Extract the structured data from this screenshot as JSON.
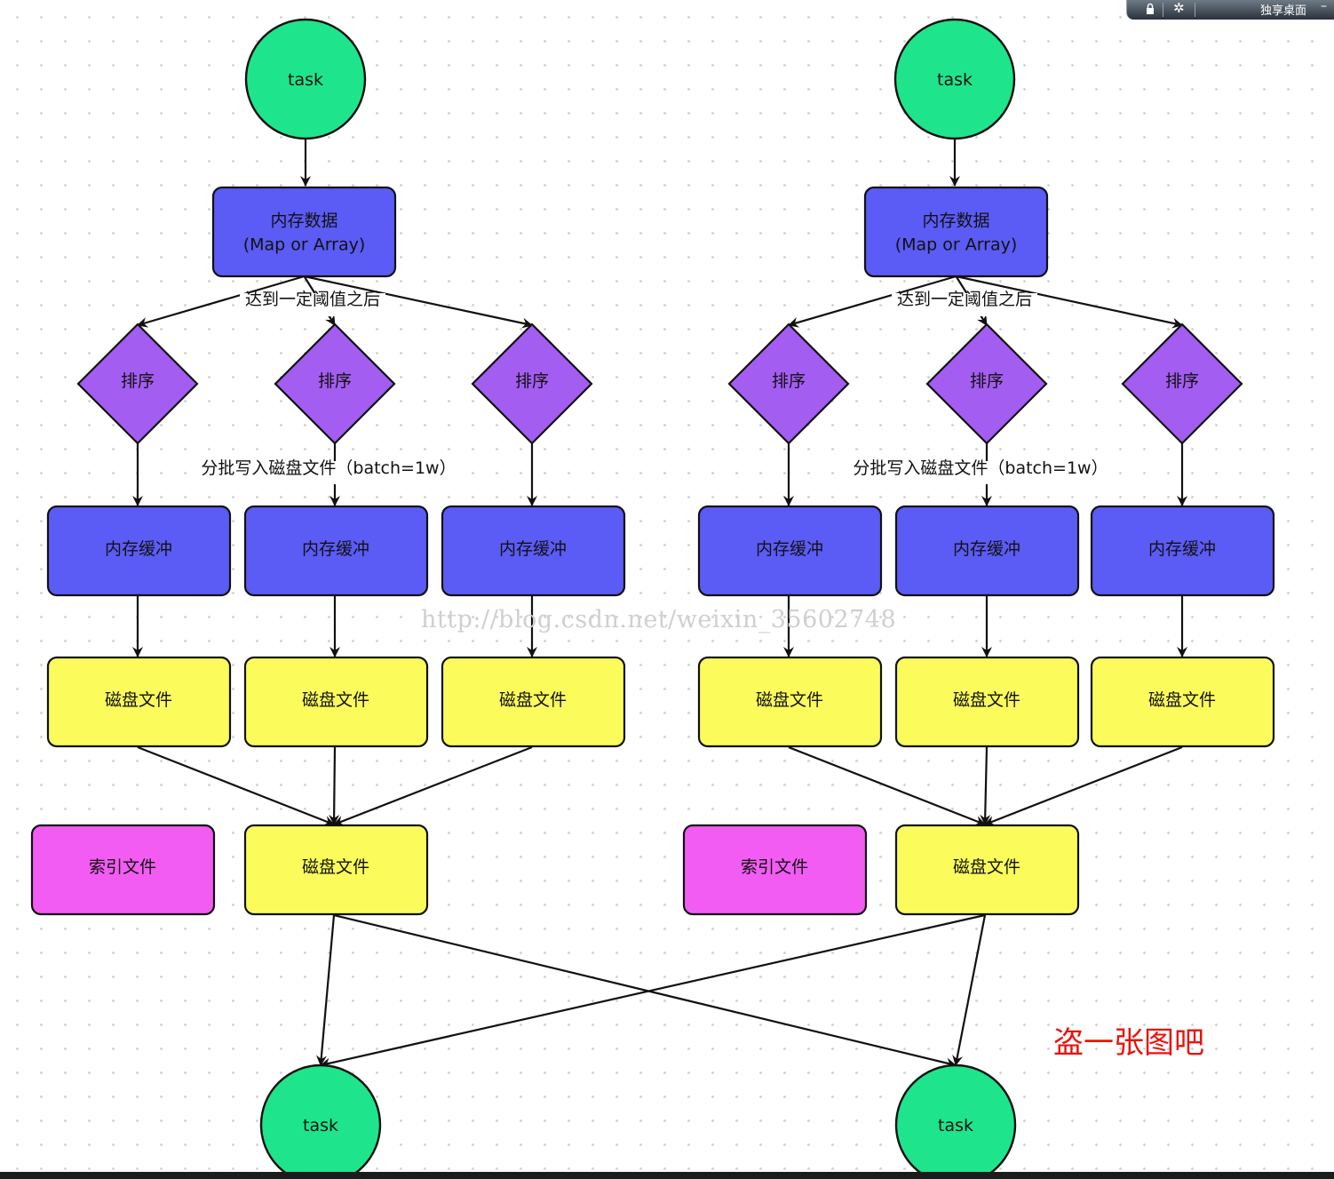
{
  "topbar": {
    "label": "独享桌面",
    "icons": [
      "lock-icon",
      "gear-icon",
      "minimize-icon"
    ]
  },
  "watermark": "http://blog.csdn.net/weixin_35602748",
  "note": "盗一张图吧",
  "colors": {
    "task": "#1ee58c",
    "memory": "#5b5bf5",
    "sort": "#a35df1",
    "disk": "#fbfb5c",
    "index": "#f25cf2",
    "note": "#e8140c"
  },
  "groups": [
    {
      "task": "task",
      "memory_data": [
        "内存数据",
        "(Map or Array)"
      ],
      "threshold_label": "达到一定阈值之后",
      "batch_label": "分批写入磁盘文件（batch=1w）",
      "sorts": [
        "排序",
        "排序",
        "排序"
      ],
      "buffers": [
        "内存缓冲",
        "内存缓冲",
        "内存缓冲"
      ],
      "disks": [
        "磁盘文件",
        "磁盘文件",
        "磁盘文件"
      ],
      "index_file": "索引文件",
      "merged_disk": "磁盘文件"
    },
    {
      "task": "task",
      "memory_data": [
        "内存数据",
        "(Map or Array)"
      ],
      "threshold_label": "达到一定阈值之后",
      "batch_label": "分批写入磁盘文件（batch=1w）",
      "sorts": [
        "排序",
        "排序",
        "排序"
      ],
      "buffers": [
        "内存缓冲",
        "内存缓冲",
        "内存缓冲"
      ],
      "disks": [
        "磁盘文件",
        "磁盘文件",
        "磁盘文件"
      ],
      "index_file": "索引文件",
      "merged_disk": "磁盘文件"
    }
  ],
  "bottom_tasks": [
    "task",
    "task"
  ]
}
